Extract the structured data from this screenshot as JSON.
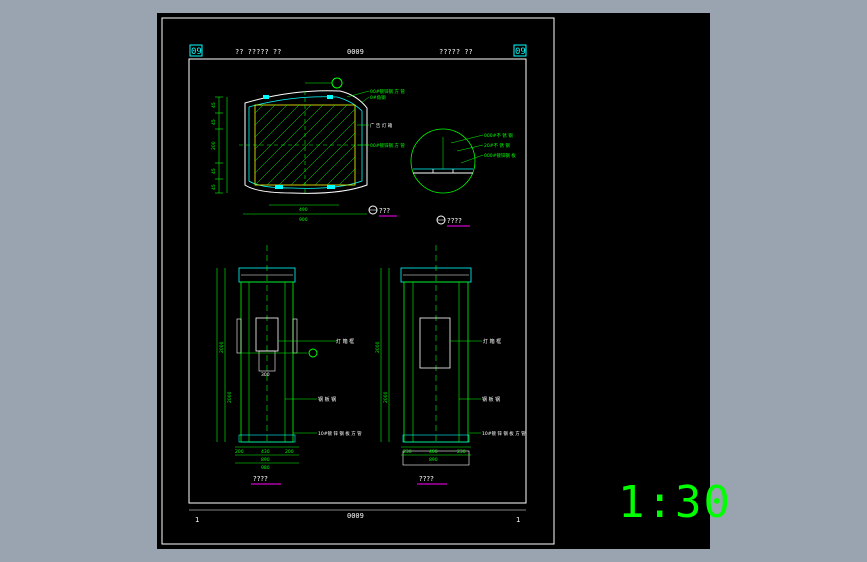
{
  "header": {
    "left_text": "?? ????? ??",
    "center_text": "0009",
    "right_text": "????? ??",
    "left_badge": "09",
    "right_badge": "09"
  },
  "footer": {
    "center_text": "0009",
    "left_mark": "1",
    "right_mark": "1"
  },
  "plan": {
    "title": "???",
    "dims_bottom": [
      "490",
      "900"
    ],
    "dims_left": [
      "45",
      "45",
      "200",
      "45",
      "45"
    ],
    "annotations": [
      "00#镀锌钢 方 管",
      "0#角钢",
      "广 告 灯 箱",
      "00#镀锌钢 方 管"
    ]
  },
  "detail": {
    "title": "????",
    "annotations": [
      "000#不 锈 钢",
      "20#不 锈 钢",
      "000#镀锌钢 板"
    ]
  },
  "elevation_left": {
    "title": "????",
    "labels": [
      "灯 箱 框",
      "钢 板 钢",
      "10#镀 锌 钢 板 方 管"
    ],
    "dims_bottom": [
      "200",
      "430",
      "200",
      "890",
      "980"
    ],
    "dims_left": [
      "2000",
      "2000"
    ],
    "marker": "300"
  },
  "elevation_right": {
    "title": "????",
    "labels": [
      "灯 箱 框",
      "钢 板 钢",
      "10#镀 锌 钢 板 方 管"
    ],
    "dims_bottom": [
      "230",
      "400",
      "230",
      "890"
    ],
    "dims_left": [
      "2000",
      "2000"
    ]
  },
  "scale": "1:30",
  "colors": {
    "frame": "#ffffff",
    "line": "#00ff00",
    "accent": "#00ffff",
    "yellow": "#ffff00",
    "magenta": "#ff00ff",
    "red": "#ff3030"
  }
}
